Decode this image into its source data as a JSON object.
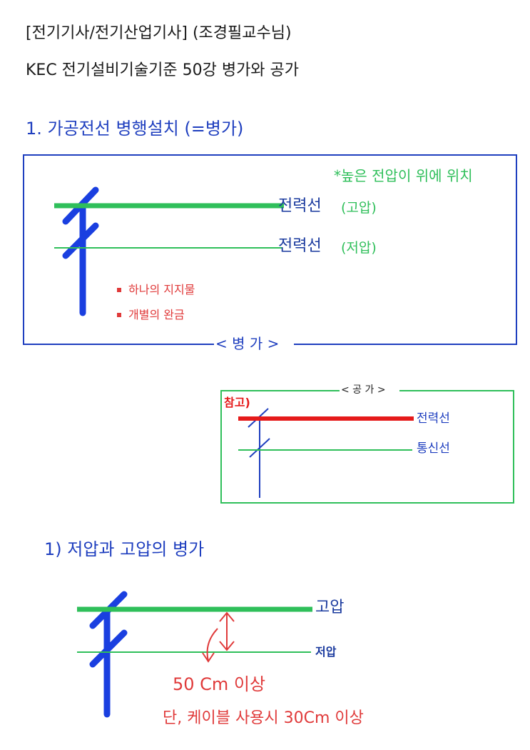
{
  "header": {
    "line1": "[전기기사/전기산업기사] (조경필교수님)",
    "line2": "KEC 전기설비기술기준 50강 병가와 공가"
  },
  "section1": {
    "title": "1. 가공전선 병행설치 (=병가)",
    "box": {
      "note": "*높은 전압이 위에 위치",
      "line_high_label": "전력선",
      "line_high_sub": "(고압)",
      "line_low_label": "전력선",
      "line_low_sub": "(저압)",
      "bullets": [
        "하나의 지지물",
        "개별의 완금"
      ],
      "bottom_label": "< 병 가 >"
    }
  },
  "reference": {
    "tag": "참고)",
    "title": "< 공 가 >",
    "line_top_label": "전력선",
    "line_bottom_label": "통신선"
  },
  "section2": {
    "title": "1) 저압과 고압의 병가",
    "line_high_label": "고압",
    "line_low_label": "저압",
    "distance_label": "50 Cm 이상",
    "note": "단, 케이블 사용시 30Cm 이상"
  },
  "colors": {
    "blue": "#1f3fbf",
    "green": "#2fbf5a",
    "red": "#e03a3a",
    "pole_blue": "#1a3fe0"
  }
}
